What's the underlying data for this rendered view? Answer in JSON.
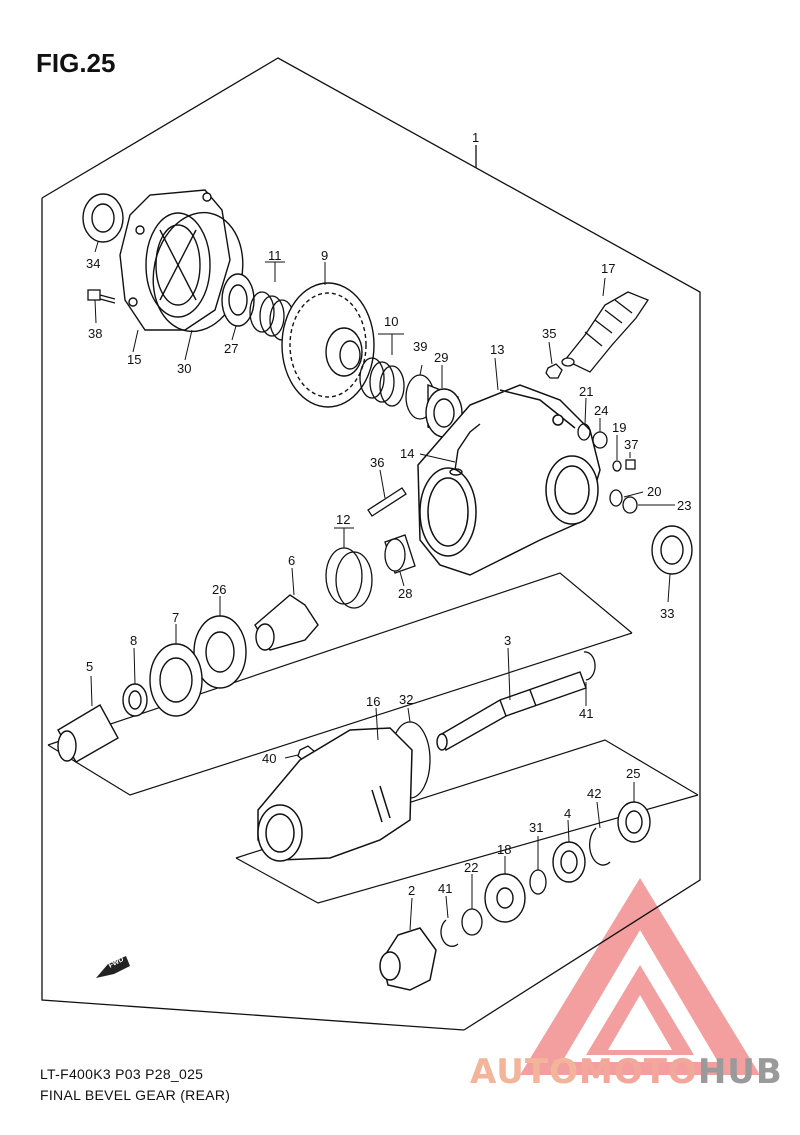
{
  "figure": {
    "title": "FIG.25",
    "code": "LT-F400K3 P03 P28_025",
    "name": "FINAL BEVEL GEAR (REAR)",
    "fwd_label": "FWD"
  },
  "callouts": [
    {
      "id": "c1",
      "text": "1"
    },
    {
      "id": "c2",
      "text": "2"
    },
    {
      "id": "c3",
      "text": "3"
    },
    {
      "id": "c4",
      "text": "4"
    },
    {
      "id": "c5",
      "text": "5"
    },
    {
      "id": "c6",
      "text": "6"
    },
    {
      "id": "c7",
      "text": "7"
    },
    {
      "id": "c8",
      "text": "8"
    },
    {
      "id": "c9",
      "text": "9"
    },
    {
      "id": "c10",
      "text": "10"
    },
    {
      "id": "c11",
      "text": "11"
    },
    {
      "id": "c12",
      "text": "12"
    },
    {
      "id": "c13",
      "text": "13"
    },
    {
      "id": "c14",
      "text": "14"
    },
    {
      "id": "c15",
      "text": "15"
    },
    {
      "id": "c16",
      "text": "16"
    },
    {
      "id": "c17",
      "text": "17"
    },
    {
      "id": "c18",
      "text": "18"
    },
    {
      "id": "c19",
      "text": "19"
    },
    {
      "id": "c20",
      "text": "20"
    },
    {
      "id": "c21",
      "text": "21"
    },
    {
      "id": "c22",
      "text": "22"
    },
    {
      "id": "c23",
      "text": "23"
    },
    {
      "id": "c24",
      "text": "24"
    },
    {
      "id": "c25",
      "text": "25"
    },
    {
      "id": "c26",
      "text": "26"
    },
    {
      "id": "c27",
      "text": "27"
    },
    {
      "id": "c28",
      "text": "28"
    },
    {
      "id": "c29",
      "text": "29"
    },
    {
      "id": "c30",
      "text": "30"
    },
    {
      "id": "c31",
      "text": "31"
    },
    {
      "id": "c32",
      "text": "32"
    },
    {
      "id": "c33",
      "text": "33"
    },
    {
      "id": "c34",
      "text": "34"
    },
    {
      "id": "c35",
      "text": "35"
    },
    {
      "id": "c36",
      "text": "36"
    },
    {
      "id": "c37",
      "text": "37"
    },
    {
      "id": "c38",
      "text": "38"
    },
    {
      "id": "c39",
      "text": "39"
    },
    {
      "id": "c40",
      "text": "40"
    },
    {
      "id": "c41a",
      "text": "41"
    },
    {
      "id": "c41b",
      "text": "41"
    },
    {
      "id": "c42",
      "text": "42"
    }
  ],
  "watermark": {
    "part1": "AUTO",
    "part2": "MOTO",
    "part3": "HUB",
    "colors": {
      "part1": "#f2b59a",
      "part2": "#f3a79a",
      "part3": "#9a9a9a",
      "logo": "#f08080"
    }
  }
}
